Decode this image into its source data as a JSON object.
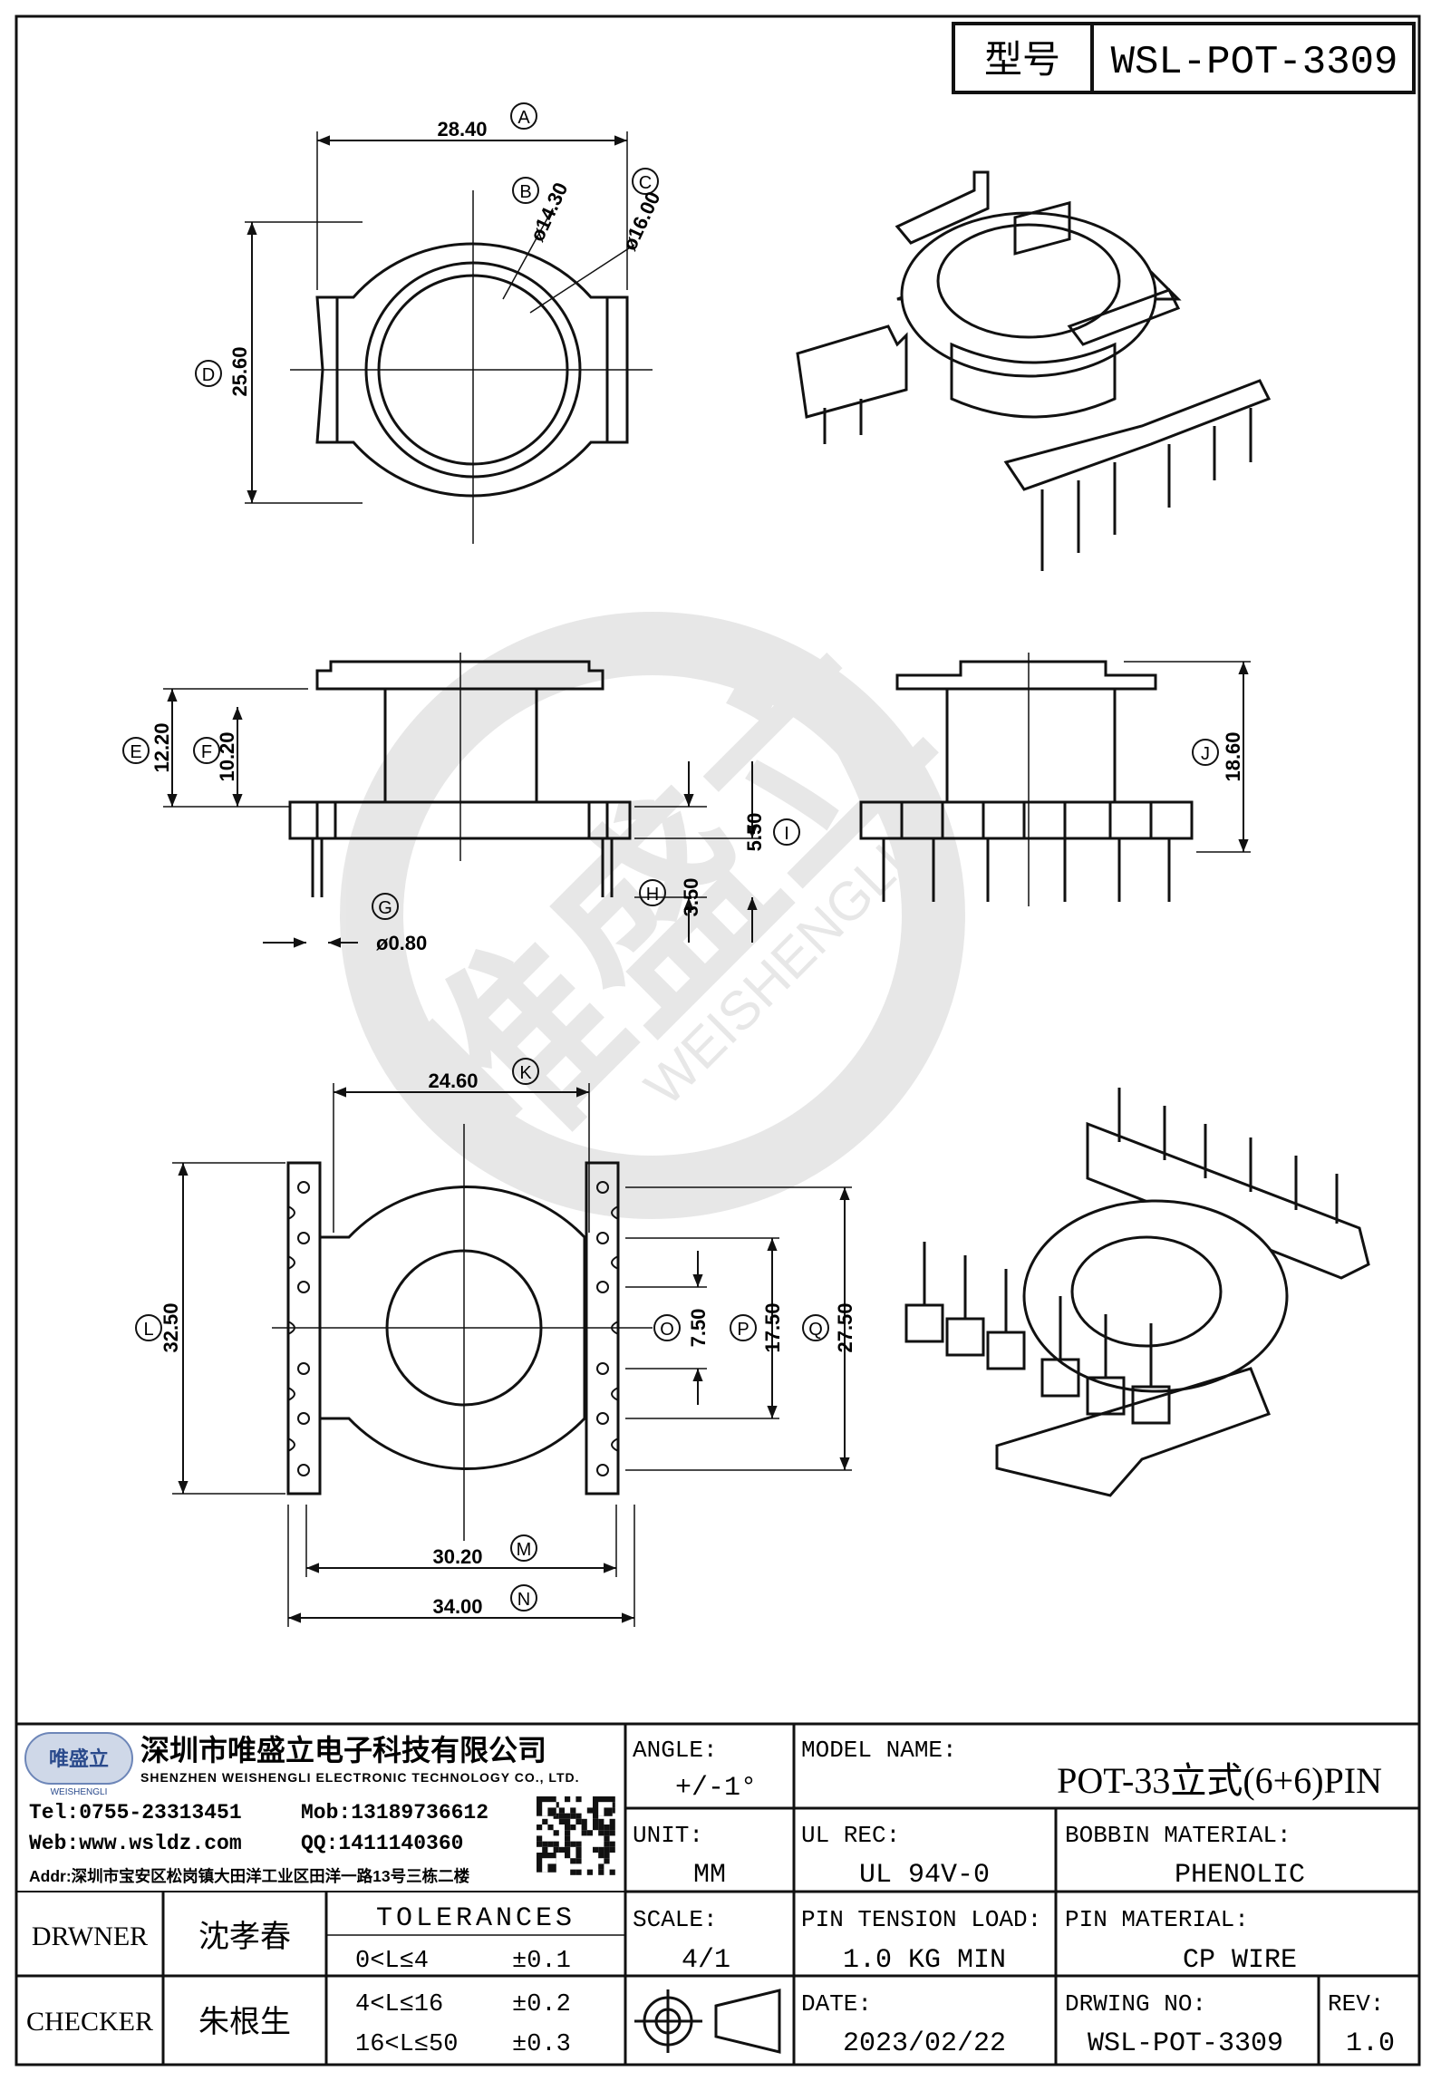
{
  "title_block_top": {
    "label": "型号",
    "value": "WSL-POT-3309"
  },
  "dimensions": {
    "A": {
      "letter": "A",
      "value": "28.40"
    },
    "B": {
      "letter": "B",
      "value": "ø14.30"
    },
    "C": {
      "letter": "C",
      "value": "ø16.00"
    },
    "D": {
      "letter": "D",
      "value": "25.60"
    },
    "E": {
      "letter": "E",
      "value": "12.20"
    },
    "F": {
      "letter": "F",
      "value": "10.20"
    },
    "G": {
      "letter": "G",
      "value": "ø0.80"
    },
    "H": {
      "letter": "H",
      "value": "3.50"
    },
    "I": {
      "letter": "I",
      "value": "5.50"
    },
    "J": {
      "letter": "J",
      "value": "18.60"
    },
    "K": {
      "letter": "K",
      "value": "24.60"
    },
    "L": {
      "letter": "L",
      "value": "32.50"
    },
    "M": {
      "letter": "M",
      "value": "30.20"
    },
    "N": {
      "letter": "N",
      "value": "34.00"
    },
    "O": {
      "letter": "O",
      "value": "7.50"
    },
    "P": {
      "letter": "P",
      "value": "17.50"
    },
    "Q": {
      "letter": "Q",
      "value": "27.50"
    }
  },
  "watermark": {
    "cn": "唯盛立",
    "en": "WEISHENGLI"
  },
  "company": {
    "logo_text": "唯盛立",
    "logo_sub": "WEISHENGLI",
    "name_cn": "深圳市唯盛立电子科技有限公司",
    "name_en": "SHENZHEN WEISHENGLI ELECTRONIC TECHNOLOGY CO., LTD.",
    "tel": "Tel:0755-23313451",
    "mob": "Mob:13189736612",
    "web": "Web:www.wsldz.com",
    "qq": "QQ:1411140360",
    "addr": "Addr:深圳市宝安区松岗镇大田洋工业区田洋一路13号三栋二楼"
  },
  "fields": {
    "angle_label": "ANGLE:",
    "angle_value": "+/-1°",
    "model_label": "MODEL NAME:",
    "model_value": "POT-33立式(6+6)PIN",
    "unit_label": "UNIT:",
    "unit_value": "MM",
    "ul_label": "UL REC:",
    "ul_value": "UL 94V-0",
    "bobbin_label": "BOBBIN MATERIAL:",
    "bobbin_value": "PHENOLIC",
    "scale_label": "SCALE:",
    "scale_value": "4/1",
    "tension_label": "PIN TENSION LOAD:",
    "tension_value": "1.0 KG MIN",
    "pinmat_label": "PIN MATERIAL:",
    "pinmat_value": "CP WIRE",
    "date_label": "DATE:",
    "date_value": "2023/02/22",
    "drwno_label": "DRWING NO:",
    "drwno_value": "WSL-POT-3309",
    "rev_label": "REV:",
    "rev_value": "1.0",
    "drwner_label": "DRWNER",
    "drwner_value": "沈孝春",
    "checker_label": "CHECKER",
    "checker_value": "朱根生",
    "tol_title": "TOLERANCES",
    "tol_rows": [
      {
        "range": "0<L≤4",
        "tol": "±0.1"
      },
      {
        "range": "4<L≤16",
        "tol": "±0.2"
      },
      {
        "range": "16<L≤50",
        "tol": "±0.3"
      }
    ]
  }
}
